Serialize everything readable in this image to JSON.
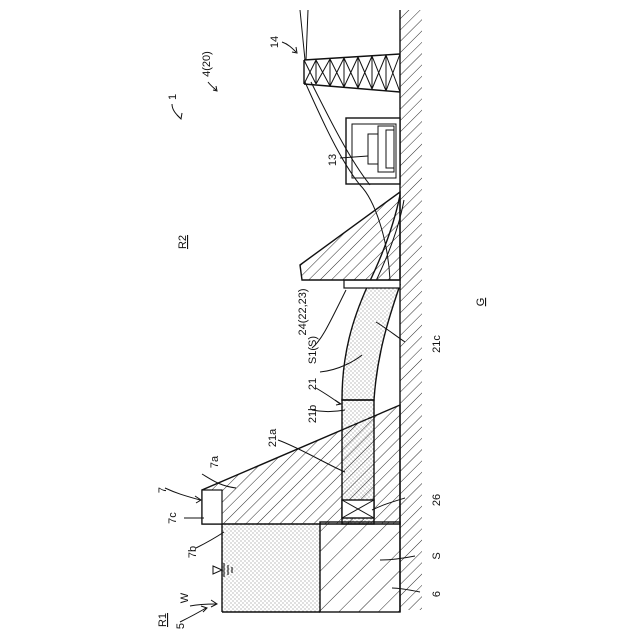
{
  "labels": {
    "n1": "1",
    "n4": "4(20)",
    "n14": "14",
    "n13": "13",
    "r2": "R2",
    "n24": "24(22,23)",
    "s1": "S1(S)",
    "n21": "21",
    "n21b": "21b",
    "n21a": "21a",
    "n21c": "21c",
    "g": "G",
    "n7a": "7a",
    "n7": "7",
    "n7c": "7c",
    "n7b": "7b",
    "n26": "26",
    "s": "S",
    "w": "W",
    "n6": "6",
    "r1": "R1",
    "n5": "5"
  },
  "colors": {
    "line": "#111111",
    "background": "#ffffff"
  }
}
